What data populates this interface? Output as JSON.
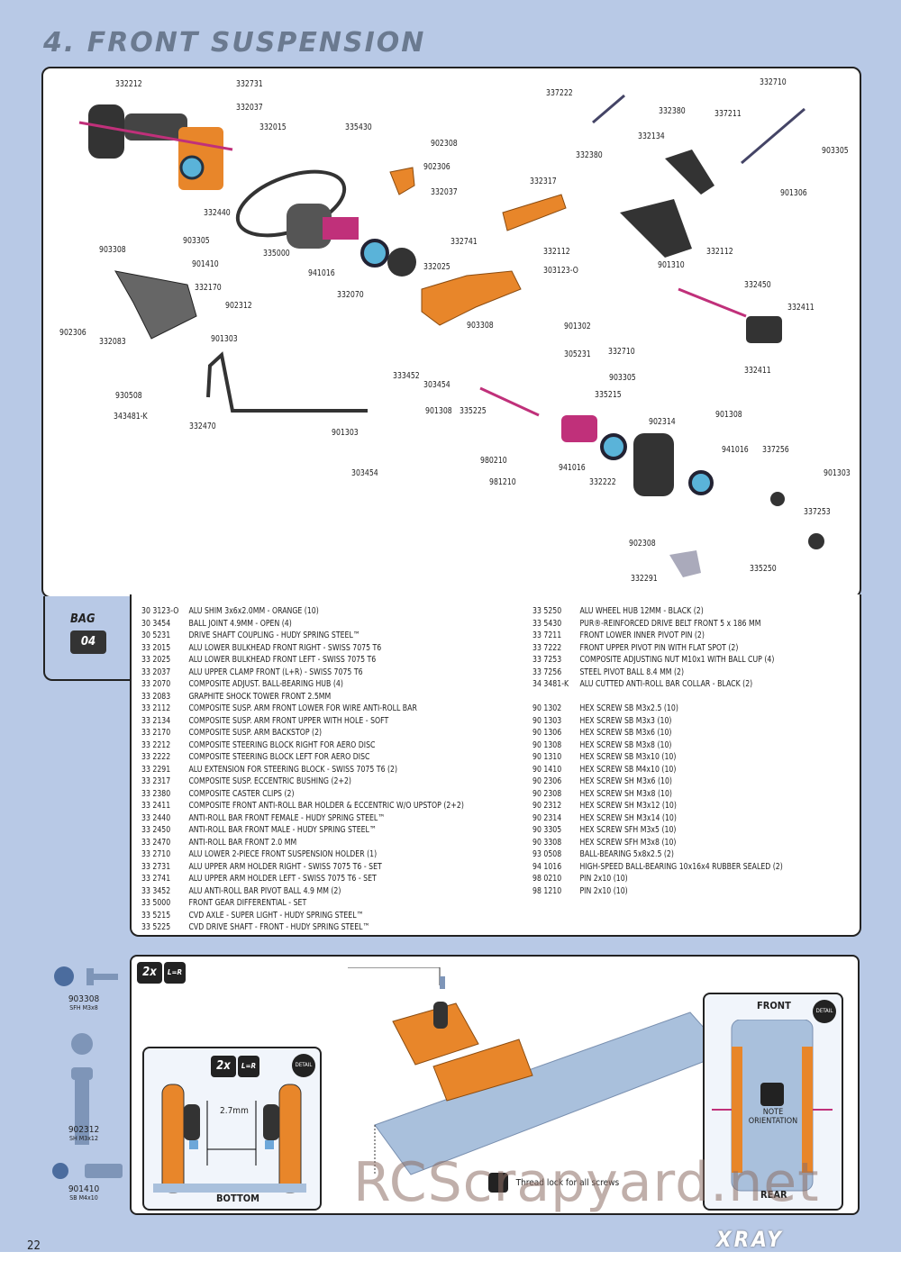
{
  "section_title": "4. FRONT SUSPENSION",
  "bag": {
    "label": "BAG",
    "number": "04"
  },
  "callouts": [
    "332212",
    "332731",
    "332037",
    "332015",
    "335430",
    "902308",
    "902306",
    "332037",
    "337222",
    "332380",
    "332380",
    "332710",
    "337211",
    "332134",
    "903305",
    "332317",
    "901306",
    "332440",
    "903308",
    "903305",
    "901410",
    "335000",
    "332741",
    "332112",
    "332112",
    "303123-O",
    "901310",
    "332170",
    "902312",
    "941016",
    "332070",
    "332025",
    "332450",
    "332411",
    "902306",
    "332083",
    "903308",
    "901302",
    "901303",
    "305231",
    "332710",
    "930508",
    "343481-K",
    "332470",
    "333452",
    "303454",
    "903305",
    "332411",
    "901303",
    "335225",
    "901308",
    "335215",
    "902314",
    "901308",
    "941016",
    "337256",
    "980210",
    "941016",
    "981210",
    "332222",
    "303454",
    "901303",
    "337253",
    "902308",
    "332291",
    "335250"
  ],
  "parts_left": [
    [
      "30 3123-O",
      "ALU SHIM 3x6x2.0MM - ORANGE (10)"
    ],
    [
      "30 3454",
      "BALL JOINT 4.9MM - OPEN (4)"
    ],
    [
      "30 5231",
      "DRIVE SHAFT COUPLING - HUDY SPRING STEEL™"
    ],
    [
      "33 2015",
      "ALU LOWER BULKHEAD FRONT RIGHT - SWISS 7075 T6"
    ],
    [
      "33 2025",
      "ALU LOWER BULKHEAD FRONT LEFT - SWISS 7075 T6"
    ],
    [
      "33 2037",
      "ALU UPPER CLAMP FRONT (L+R) - SWISS 7075 T6"
    ],
    [
      "33 2070",
      "COMPOSITE ADJUST. BALL-BEARING HUB (4)"
    ],
    [
      "33 2083",
      "GRAPHITE SHOCK TOWER FRONT 2.5MM"
    ],
    [
      "33 2112",
      "COMPOSITE SUSP. ARM FRONT LOWER FOR WIRE ANTI-ROLL BAR"
    ],
    [
      "33 2134",
      "COMPOSITE SUSP. ARM FRONT UPPER WITH HOLE - SOFT"
    ],
    [
      "33 2170",
      "COMPOSITE SUSP. ARM BACKSTOP (2)"
    ],
    [
      "33 2212",
      "COMPOSITE STEERING BLOCK RIGHT FOR AERO DISC"
    ],
    [
      "33 2222",
      "COMPOSITE STEERING BLOCK LEFT FOR AERO DISC"
    ],
    [
      "33 2291",
      "ALU EXTENSION FOR STEERING BLOCK - SWISS 7075 T6 (2)"
    ],
    [
      "33 2317",
      "COMPOSITE SUSP. ECCENTRIC BUSHING (2+2)"
    ],
    [
      "33 2380",
      "COMPOSITE CASTER CLIPS (2)"
    ],
    [
      "33 2411",
      "COMPOSITE FRONT ANTI-ROLL BAR HOLDER & ECCENTRIC W/O UPSTOP (2+2)"
    ],
    [
      "33 2440",
      "ANTI-ROLL BAR FRONT FEMALE - HUDY SPRING STEEL™"
    ],
    [
      "33 2450",
      "ANTI-ROLL BAR FRONT MALE - HUDY SPRING STEEL™"
    ],
    [
      "33 2470",
      "ANTI-ROLL BAR FRONT 2.0 MM"
    ],
    [
      "33 2710",
      "ALU LOWER 2-PIECE FRONT SUSPENSION HOLDER (1)"
    ],
    [
      "33 2731",
      "ALU UPPER ARM HOLDER RIGHT - SWISS 7075 T6 - SET"
    ],
    [
      "33 2741",
      "ALU UPPER ARM HOLDER LEFT - SWISS 7075 T6 - SET"
    ],
    [
      "33 3452",
      "ALU ANTI-ROLL BAR PIVOT BALL 4.9 MM (2)"
    ],
    [
      "33 5000",
      "FRONT GEAR DIFFERENTIAL - SET"
    ],
    [
      "33 5215",
      "CVD AXLE - SUPER LIGHT - HUDY SPRING STEEL™"
    ],
    [
      "33 5225",
      "CVD DRIVE SHAFT - FRONT - HUDY SPRING STEEL™"
    ]
  ],
  "parts_right": [
    [
      "33 5250",
      "ALU WHEEL HUB 12MM - BLACK (2)"
    ],
    [
      "33 5430",
      "PUR®-REINFORCED  DRIVE BELT FRONT 5 x 186 MM"
    ],
    [
      "33 7211",
      "FRONT LOWER INNER PIVOT PIN (2)"
    ],
    [
      "33 7222",
      "FRONT UPPER PIVOT PIN WITH FLAT SPOT (2)"
    ],
    [
      "33 7253",
      "COMPOSITE ADJUSTING NUT M10x1 WITH BALL CUP (4)"
    ],
    [
      "33 7256",
      "STEEL PIVOT BALL 8.4 MM (2)"
    ],
    [
      "34 3481-K",
      "ALU CUTTED ANTI-ROLL BAR COLLAR - BLACK (2)"
    ],
    [
      "",
      ""
    ],
    [
      "90 1302",
      "HEX SCREW SB M3x2.5  (10)"
    ],
    [
      "90 1303",
      "HEX SCREW SB M3x3  (10)"
    ],
    [
      "90 1306",
      "HEX SCREW SB M3x6  (10)"
    ],
    [
      "90 1308",
      "HEX SCREW SB M3x8  (10)"
    ],
    [
      "90 1310",
      "HEX SCREW SB M3x10  (10)"
    ],
    [
      "90 1410",
      "HEX SCREW SB M4x10  (10)"
    ],
    [
      "90 2306",
      "HEX SCREW SH M3x6  (10)"
    ],
    [
      "90 2308",
      "HEX SCREW SH M3x8  (10)"
    ],
    [
      "90 2312",
      "HEX SCREW SH M3x12  (10)"
    ],
    [
      "90 2314",
      "HEX SCREW SH M3x14  (10)"
    ],
    [
      "90 3305",
      "HEX SCREW SFH M3x5  (10)"
    ],
    [
      "90 3308",
      "HEX SCREW SFH M3x8  (10)"
    ],
    [
      "93 0508",
      "BALL-BEARING 5x8x2.5  (2)"
    ],
    [
      "94 1016",
      "HIGH-SPEED BALL-BEARING 10x16x4 RUBBER SEALED  (2)"
    ],
    [
      "98 0210",
      "PIN 2x10  (10)"
    ],
    [
      "98 1210",
      "PIN 2x10  (10)"
    ]
  ],
  "hardware": [
    {
      "code": "903308",
      "desc": "SFH M3x8"
    },
    {
      "code": "902312",
      "desc": "SH M3x12"
    },
    {
      "code": "901410",
      "desc": "SB M4x10"
    }
  ],
  "assembly": {
    "qty_tag": "2x",
    "lr_tag": "L=R",
    "detail_tag": "DETAIL",
    "gap_label": "2.7mm",
    "bottom_label": "BOTTOM",
    "thread_lock": "Thread lock for all screws",
    "front_label": "FRONT",
    "rear_label": "REAR",
    "note_label": "NOTE\nORIENTATION"
  },
  "page_number": "22",
  "brand": "XRAY",
  "watermark": "RCScrapyard.net",
  "colors": {
    "background_band": "#b8c9e6",
    "orange": "#e8862a",
    "magenta": "#c0307a",
    "plate": "#a9c0dc"
  }
}
